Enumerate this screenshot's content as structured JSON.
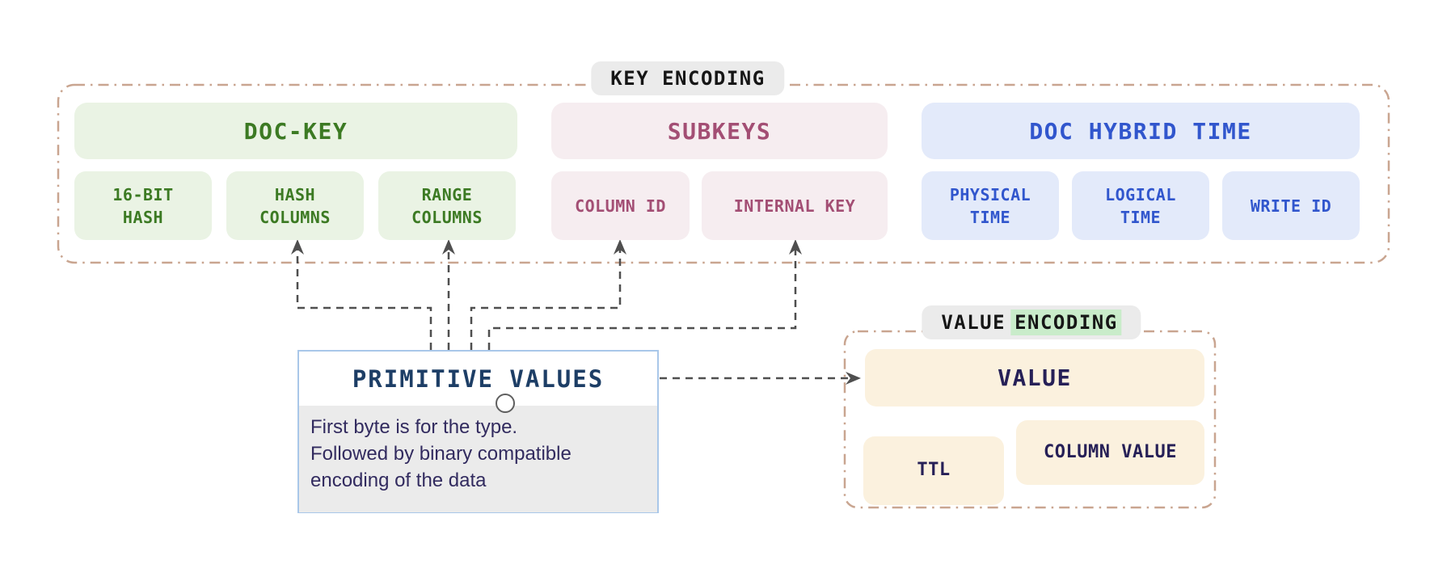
{
  "key_encoding": {
    "label": "KEY ENCODING",
    "groups": [
      {
        "id": "doc-key",
        "title": "DOC-KEY",
        "items": [
          "16-BIT\nHASH",
          "HASH\nCOLUMNS",
          "RANGE\nCOLUMNS"
        ]
      },
      {
        "id": "subkeys",
        "title": "SUBKEYS",
        "items": [
          "COLUMN ID",
          "INTERNAL KEY"
        ]
      },
      {
        "id": "doc-hybrid-time",
        "title": "DOC HYBRID TIME",
        "items": [
          "PHYSICAL\nTIME",
          "LOGICAL\nTIME",
          "WRITE ID"
        ]
      }
    ]
  },
  "primitive_values": {
    "title": "PRIMITIVE VALUES",
    "description": "First byte is for the type.\nFollowed by binary compatible\nencoding of the data"
  },
  "value_encoding": {
    "label_plain": "VALUE",
    "label_highlight": "ENCODING",
    "value_label": "VALUE",
    "items": [
      "TTL",
      "COLUMN VALUE"
    ]
  },
  "colors": {
    "green-bg": "#eaf3e4",
    "green-text": "#3c7a23",
    "pink-bg": "#f6edf0",
    "pink-text": "#a34e74",
    "blue-bg": "#e3eafa",
    "blue-text": "#3156cd",
    "cream-bg": "#fbf1de",
    "navy-text": "#262057",
    "pill-bg": "#ebebeb",
    "pill-text": "#161616",
    "highlight-green": "#c9ecca",
    "tan-border": "#c9a590",
    "arrow-color": "#4f4f4f",
    "pv-border": "#a9c7e9",
    "pv-title": "#1d3e66",
    "pv-text": "#322b5f",
    "pv-body-bg": "#ebebeb"
  }
}
